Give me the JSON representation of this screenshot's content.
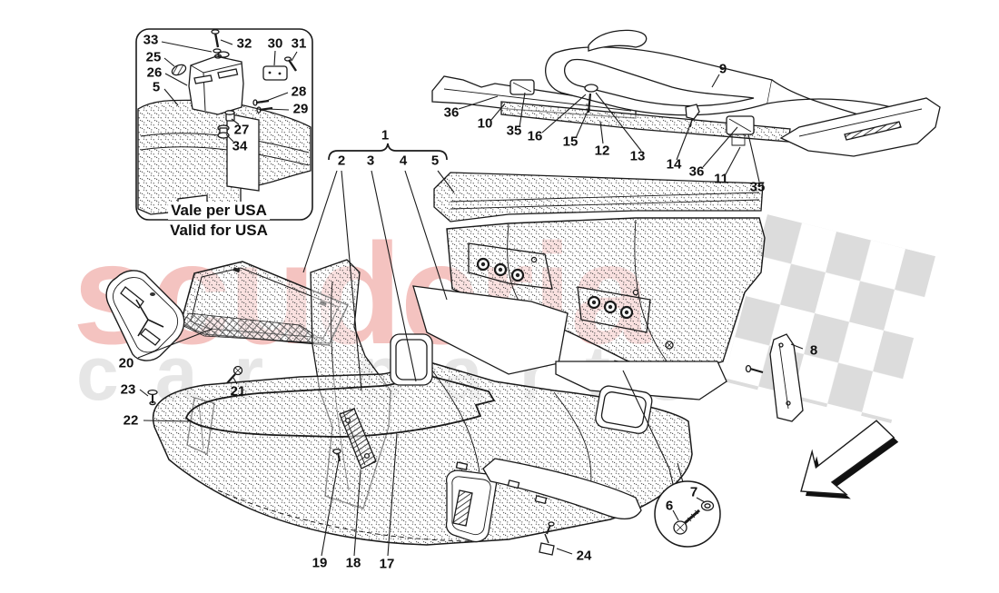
{
  "watermark": {
    "title": "scuderia",
    "subtitle": "car parts",
    "title_color": "#f4c3c0",
    "subtitle_color": "#e6e6e6",
    "flag_color": "#dcdcdc"
  },
  "inset": {
    "caption_line1": "Vale per USA",
    "caption_line2": "Valid for USA"
  },
  "part_labels": {
    "n33": "33",
    "n32": "32",
    "n30": "30",
    "n31": "31",
    "n25": "25",
    "n26": "26",
    "n5_inset": "5",
    "n28": "28",
    "n29": "29",
    "n27": "27",
    "n34": "34",
    "n36_left": "36",
    "n10": "10",
    "n35_left": "35",
    "n16": "16",
    "n15": "15",
    "n12": "12",
    "n13": "13",
    "n14": "14",
    "n36_right": "36",
    "n11": "11",
    "n35_right": "35",
    "n9": "9",
    "n1": "1",
    "n2": "2",
    "n3": "3",
    "n4": "4",
    "n5_main": "5",
    "n20": "20",
    "n23": "23",
    "n21": "21",
    "n22": "22",
    "n19": "19",
    "n18": "18",
    "n17": "17",
    "n24": "24",
    "n6": "6",
    "n7": "7",
    "n8": "8"
  }
}
